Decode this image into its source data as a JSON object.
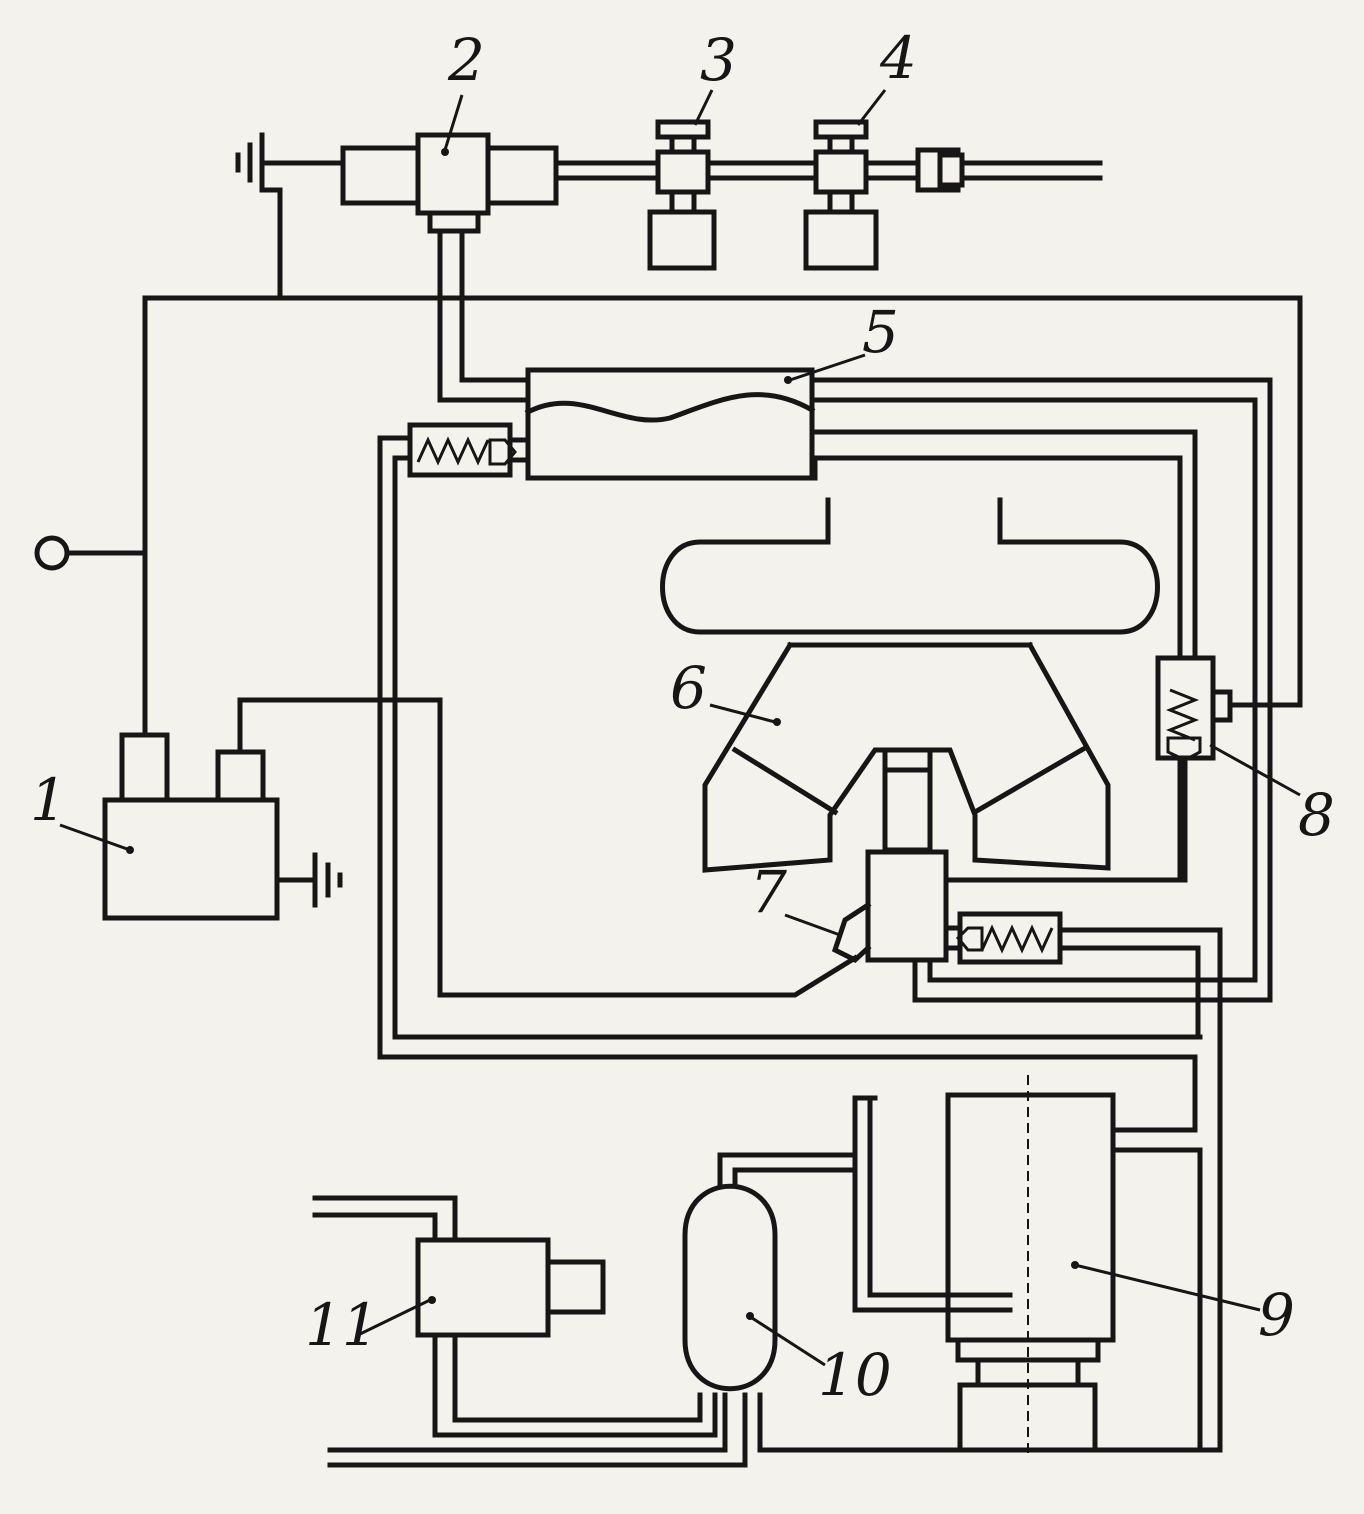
{
  "diagram": {
    "callouts": [
      {
        "id": "1",
        "text": "1"
      },
      {
        "id": "2",
        "text": "2"
      },
      {
        "id": "3",
        "text": "3"
      },
      {
        "id": "4",
        "text": "4"
      },
      {
        "id": "5",
        "text": "5"
      },
      {
        "id": "6",
        "text": "6"
      },
      {
        "id": "7",
        "text": "7"
      },
      {
        "id": "8",
        "text": "8"
      },
      {
        "id": "9",
        "text": "9"
      },
      {
        "id": "10",
        "text": "10"
      },
      {
        "id": "11",
        "text": "11"
      }
    ],
    "icons": {
      "ground": "ground-icon",
      "spring": "spring-icon",
      "terminal": "terminal-circle-icon"
    }
  }
}
